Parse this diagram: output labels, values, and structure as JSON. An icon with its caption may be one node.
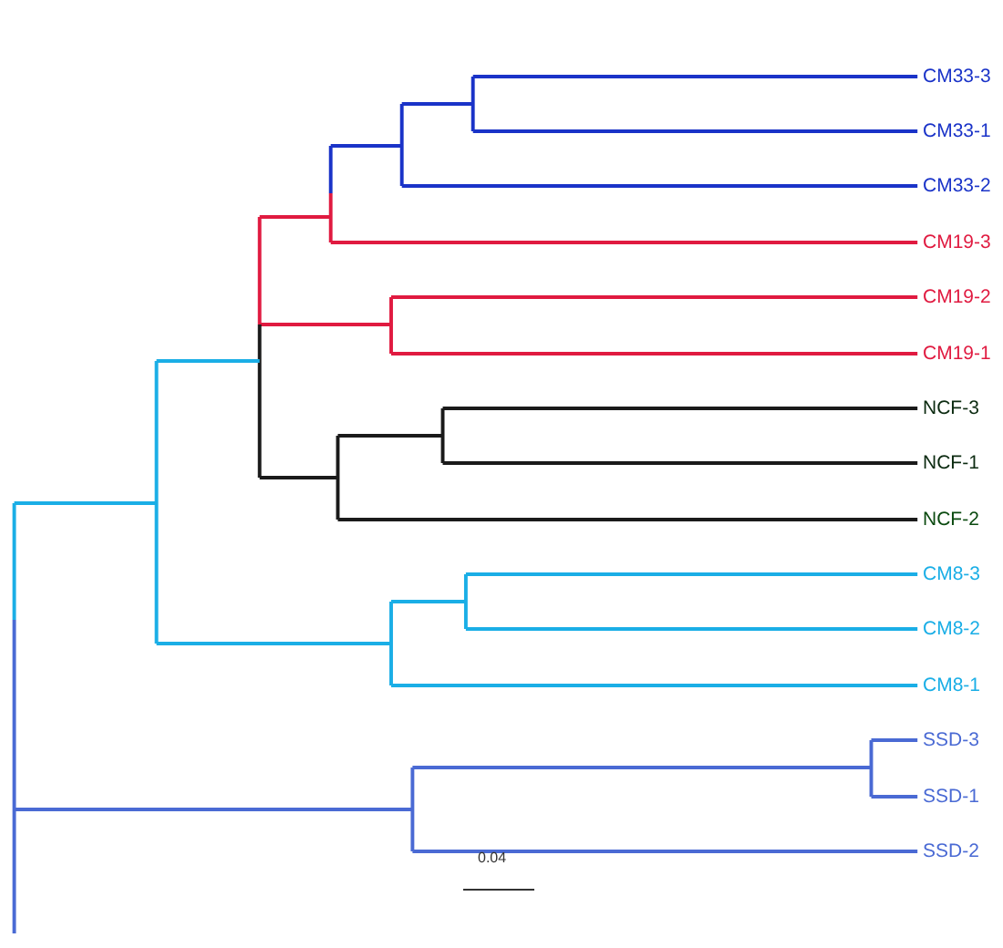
{
  "diagram": {
    "labels": [
      "CM33-3",
      "CM33-1",
      "CM33-2",
      "CM19-3",
      "CM19-2",
      "CM19-1",
      "NCF-3",
      "NCF-1",
      "NCF-2",
      "CM8-3",
      "CM8-2",
      "CM8-1",
      "SSD-3",
      "SSD-1",
      "SSD-2",
      "0.04"
    ]
  }
}
